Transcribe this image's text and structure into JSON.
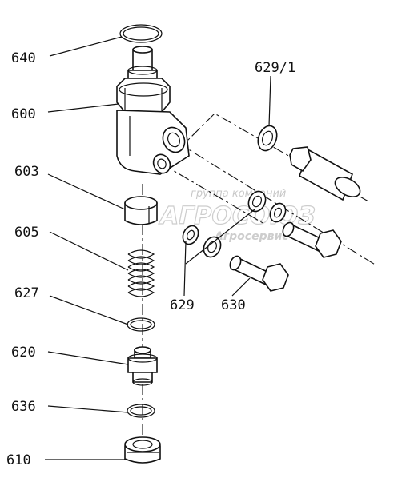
{
  "labels": {
    "p640": "640",
    "p600": "600",
    "p603": "603",
    "p605": "605",
    "p627": "627",
    "p620": "620",
    "p636": "636",
    "p610": "610",
    "p629_1": "629/1",
    "p629": "629",
    "p630": "630"
  },
  "watermark": {
    "line1": "группа компаний",
    "line2": "АГРОСОЮЗ",
    "line3": "Агросервис"
  }
}
